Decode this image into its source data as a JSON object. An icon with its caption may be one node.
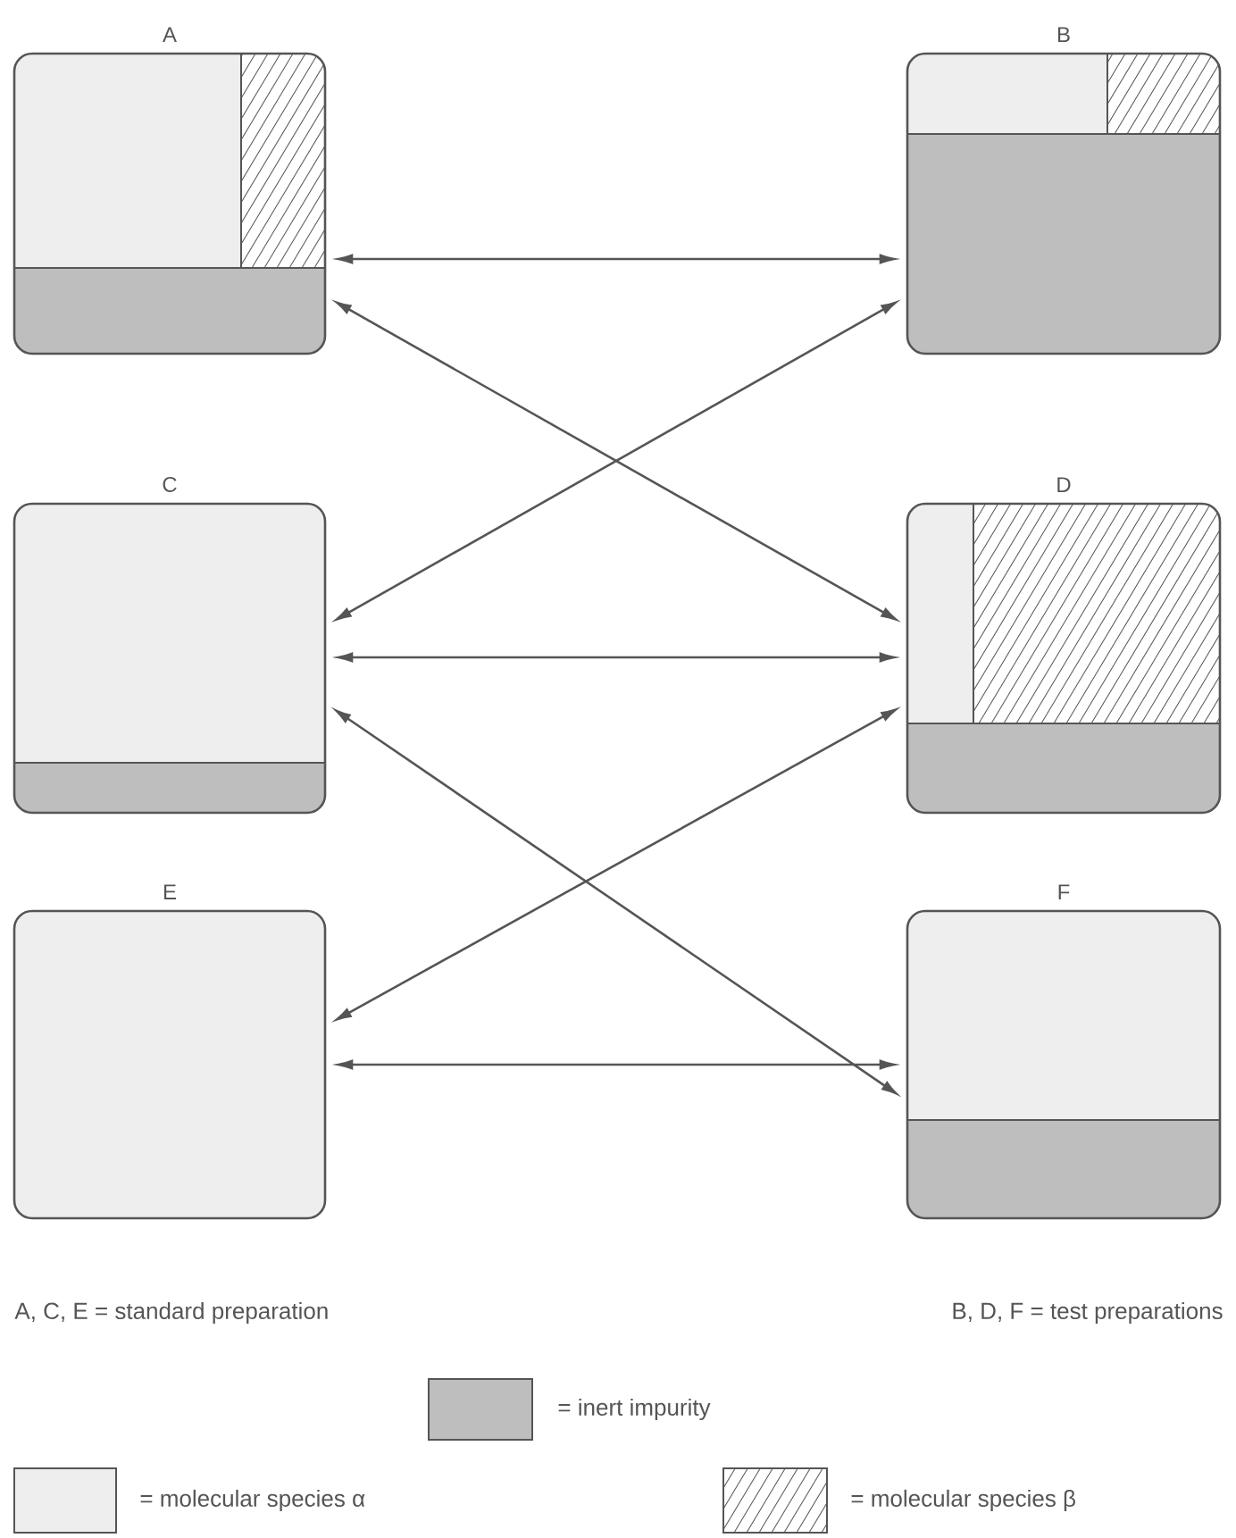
{
  "diagram": {
    "nodes": [
      {
        "text": [
          "A"
        ]
      },
      {
        "text": [
          "B"
        ]
      },
      {
        "text": [
          "C"
        ]
      },
      {
        "text": [
          "D"
        ]
      },
      {
        "text": [
          "E"
        ]
      },
      {
        "text": [
          "F"
        ]
      }
    ],
    "edges": [
      {
        "from": 0,
        "to": 1,
        "arrow": "both"
      },
      {
        "from": 0,
        "to": 3,
        "arrow": "both"
      },
      {
        "from": 2,
        "to": 1,
        "arrow": "both"
      },
      {
        "from": 2,
        "to": 3,
        "arrow": "both"
      },
      {
        "from": 2,
        "to": 5,
        "arrow": "both"
      },
      {
        "from": 4,
        "to": 3,
        "arrow": "both"
      },
      {
        "from": 4,
        "to": 5,
        "arrow": "both"
      }
    ],
    "labels": [
      "A, C, E = standard preparation",
      "B, D, F = test preparations"
    ],
    "legend": [
      {
        "text": "= inert impurity"
      },
      {
        "text": "= molecular species α"
      },
      {
        "text": "= molecular species β"
      }
    ]
  }
}
